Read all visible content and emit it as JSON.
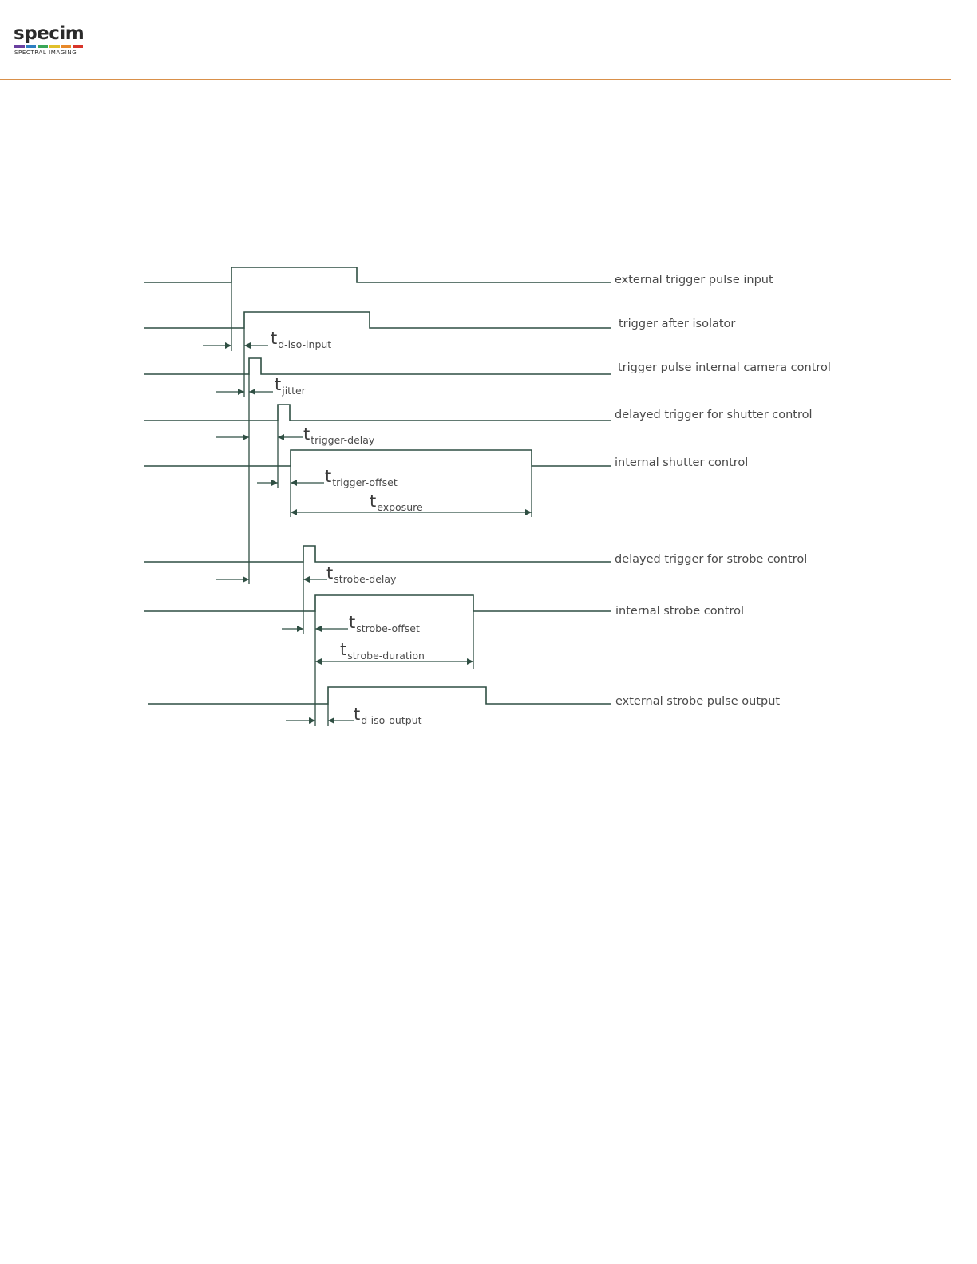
{
  "header": {
    "logo_word": "specim",
    "logo_tagline": "SPECTRAL IMAGING",
    "logo_colors": [
      "#6a3fa0",
      "#2e7fc1",
      "#3aa657",
      "#e1c02b",
      "#e8892a",
      "#d8352a"
    ],
    "rule_color": "#d9904a"
  },
  "diagram": {
    "signals": [
      "external trigger pulse input",
      "trigger after isolator",
      "trigger pulse internal camera control",
      "delayed trigger for shutter control",
      "internal shutter control",
      "delayed trigger for strobe control",
      "internal strobe control",
      "external strobe pulse output"
    ],
    "timings": [
      {
        "main": "t",
        "sub": "d-iso-input"
      },
      {
        "main": "t",
        "sub": "jitter"
      },
      {
        "main": "t",
        "sub": "trigger-delay"
      },
      {
        "main": "t",
        "sub": "trigger-offset"
      },
      {
        "main": "t",
        "sub": "exposure"
      },
      {
        "main": "t",
        "sub": "strobe-delay"
      },
      {
        "main": "t",
        "sub": "strobe-offset"
      },
      {
        "main": "t",
        "sub": "strobe-duration"
      },
      {
        "main": "t",
        "sub": "d-iso-output"
      }
    ]
  }
}
